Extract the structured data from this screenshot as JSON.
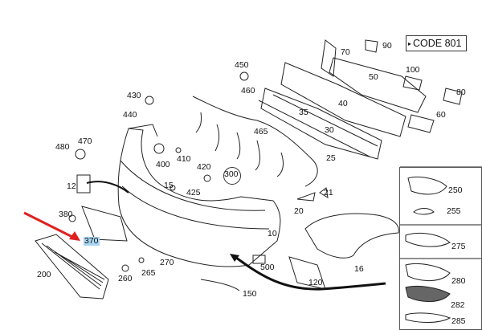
{
  "code_badge": {
    "arrow": "▸",
    "text": "CODE 801"
  },
  "part_labels": {
    "p90": "90",
    "p70": "70",
    "p450": "450",
    "p50": "50",
    "p100": "100",
    "p80": "80",
    "p460": "460",
    "p40": "40",
    "p430": "430",
    "p35": "35",
    "p60": "60",
    "p440": "440",
    "p465": "465",
    "p30": "30",
    "p470": "470",
    "p480": "480",
    "p25": "25",
    "p410": "410",
    "p400": "400",
    "p420": "420",
    "p300": "300",
    "p12": "12",
    "p15": "15",
    "p425": "425",
    "p21": "21",
    "p20": "20",
    "p380": "380",
    "p10": "10",
    "p370": "370",
    "p16": "16",
    "p270": "270",
    "p500": "500",
    "p200": "200",
    "p260": "260",
    "p265": "265",
    "p120": "120",
    "p150": "150",
    "p250": "250",
    "p255": "255",
    "p275": "275",
    "p280": "280",
    "p282": "282",
    "p285": "285"
  },
  "highlight": {
    "label": "370",
    "color": "#a9d6f2",
    "arrow_color": "#e02020"
  }
}
